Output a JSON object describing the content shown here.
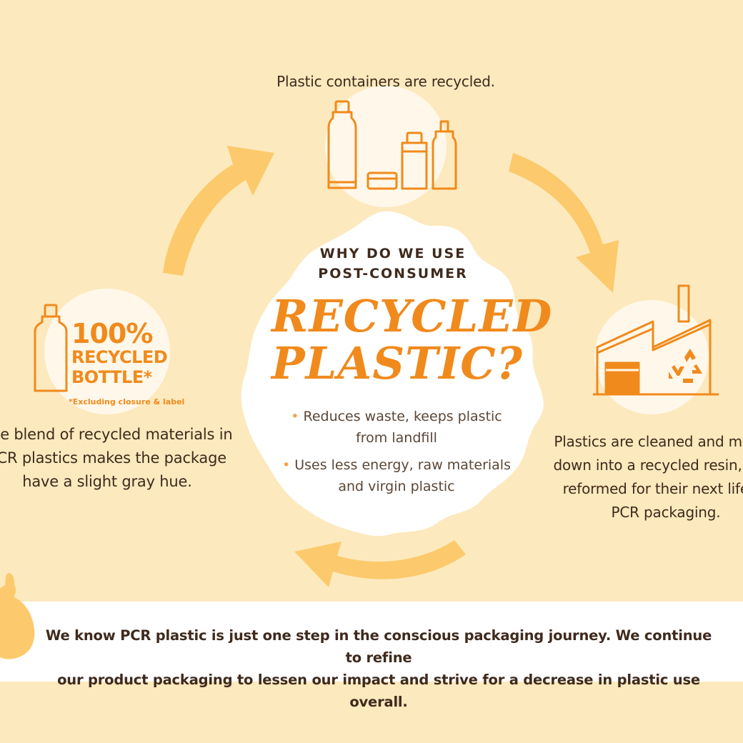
{
  "steps": {
    "top_caption": "Plastic containers are recycled.",
    "left_caption_lines": [
      "The blend of recycled materials in",
      "PCR plastics makes the package",
      "have a slight gray hue."
    ],
    "right_caption_lines": [
      "Plastics are cleaned and melted",
      "down into a recycled resin, then",
      "reformed for their next life as",
      "PCR packaging."
    ]
  },
  "center": {
    "question_line1": "WHY DO WE USE",
    "question_line2": "POST-CONSUMER",
    "headline_line1": "RECYCLED",
    "headline_line2": "PLASTIC?",
    "bullets": [
      [
        "Reduces waste, keeps plastic",
        "from landfill"
      ],
      [
        "Uses less energy, raw materials",
        "and virgin plastic"
      ]
    ]
  },
  "badge": {
    "line1": "100%",
    "line2": "RECYCLED",
    "line3": "BOTTLE*",
    "footnote": "*Excluding closure & label"
  },
  "banner": {
    "line1": "We know PCR plastic is just one step in the conscious packaging journey. We continue to refine",
    "line2": "our product packaging to lessen our impact and strive for a decrease in plastic use overall."
  },
  "colors": {
    "background": "#fde9be",
    "accent_orange": "#f08a1c",
    "arrow_yellow": "#fcca6c",
    "text_brown": "#3f2a1d"
  },
  "icons": [
    "containers-icon",
    "factory-icon",
    "recycle-icon",
    "bottle-icon",
    "bunny-icon"
  ]
}
